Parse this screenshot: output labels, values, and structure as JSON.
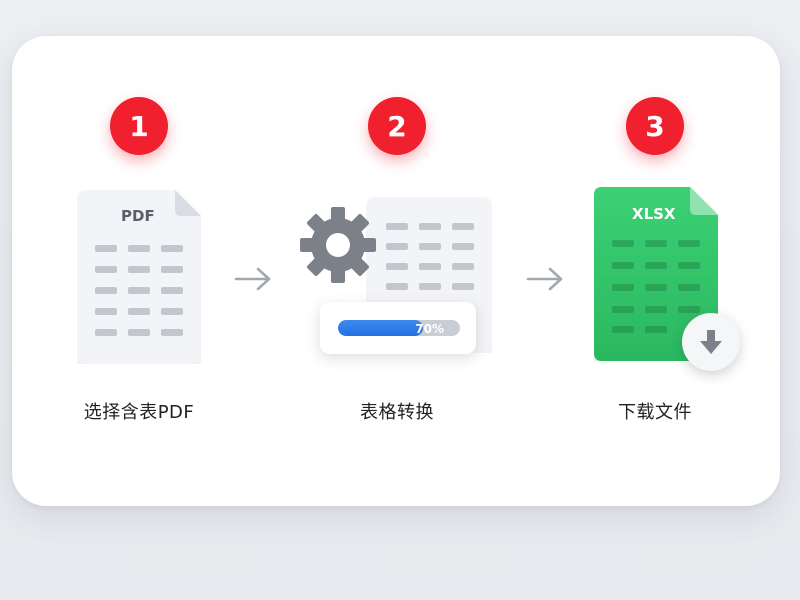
{
  "steps": [
    {
      "number": "1",
      "label": "选择含表PDF",
      "doc_type": "PDF"
    },
    {
      "number": "2",
      "label": "表格转换",
      "progress_text": "70%",
      "progress_value": 0.7
    },
    {
      "number": "3",
      "label": "下载文件",
      "doc_type": "XLSX"
    }
  ],
  "icons": {
    "step1": "pdf-document-icon",
    "step2": "gear-table-icon",
    "step3": "xlsx-document-icon",
    "download": "download-arrow-icon",
    "arrow": "arrow-right-icon"
  },
  "colors": {
    "badge": "#f0202f",
    "xlsx_green": "#34c46a",
    "progress_blue": "#2f7fe8"
  }
}
